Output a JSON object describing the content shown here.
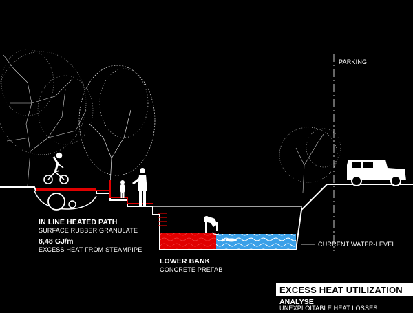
{
  "labels": {
    "parking": "PARKING",
    "path_title": "IN LINE HEATED PATH",
    "path_sub": "SURFACE RUBBER GRANULATE",
    "heat_value": "8,48 GJ/m",
    "heat_sub": "EXCESS HEAT FROM STEAMPIPE",
    "water_level": "CURRENT WATER-LEVEL",
    "bank_title": "LOWER BANK",
    "bank_sub": "CONCRETE PREFAB"
  },
  "footer": {
    "title": "EXCESS HEAT UTILIZATION",
    "section": "ANALYSE",
    "subtitle": "UNEXPLOITABLE HEAT LOSSES"
  },
  "colors": {
    "background": "#000000",
    "line": "#ffffff",
    "heat": "#e00000",
    "water": "#3aa0e8"
  },
  "icons": [
    "tree-icon",
    "bmx-rider-icon",
    "child-figure-icon",
    "adult-figure-icon",
    "crouching-figure-icon",
    "fish-icon",
    "jeep-icon",
    "steampipe-icon"
  ]
}
